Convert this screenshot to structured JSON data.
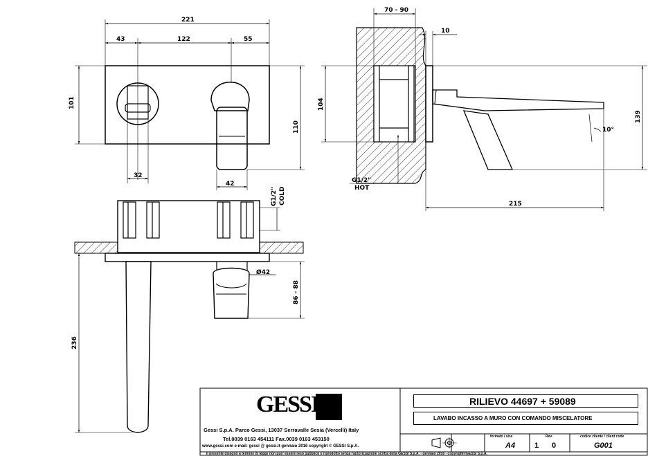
{
  "dimensions": {
    "overall_width": "221",
    "left_offset": "43",
    "center_distance": "122",
    "right_offset": "55",
    "plate_height": "101",
    "spout_height": "110",
    "handle_width_left": "32",
    "handle_width_right": "42",
    "wall_depth": "70 - 90",
    "plate_thickness": "10",
    "body_height": "104",
    "total_height": "139",
    "spout_angle": "10°",
    "spout_projection": "215",
    "inlet_hot": "G1/2\"",
    "hot_label": "HOT",
    "inlet_cold": "G1/2\"",
    "cold_label": "COLD",
    "handle_diameter": "Ø42",
    "handle_projection": "86 - 88",
    "spout_length": "236"
  },
  "title_block": {
    "logo": "GESSI",
    "company_line1": "Gessi S.p.A. Parco Gessi, 13037 Serravalle Sesia (Vercelli) Italy",
    "company_line2": "Tel.0039  0163  454111  Fax.0039  0163  453150",
    "company_line3": "www.gessi.com  e-mail: gessi @ gessi.it     gennaio 2016   copyright © GESSI S.p.A.",
    "product_title": "RILIEVO  44697 + 59089",
    "product_subtitle": "LAVABO INCASSO A MURO CON COMANDO MISCELATORE",
    "format_header": "formato / size",
    "format_value": "A4",
    "sheet_number": "1",
    "rev_header": "Rev.",
    "rev_value": "0",
    "client_code_header": "codice cliente / client code",
    "client_code_value": "G001",
    "footer_notice": "Il presente disegno a termine di legge non puo' essere reso pubblico o riprodotto senza l'autorizzazione scritta della GESSI S.p.A. - gennaio 2016 - copyright©GESSI S.p.A."
  }
}
